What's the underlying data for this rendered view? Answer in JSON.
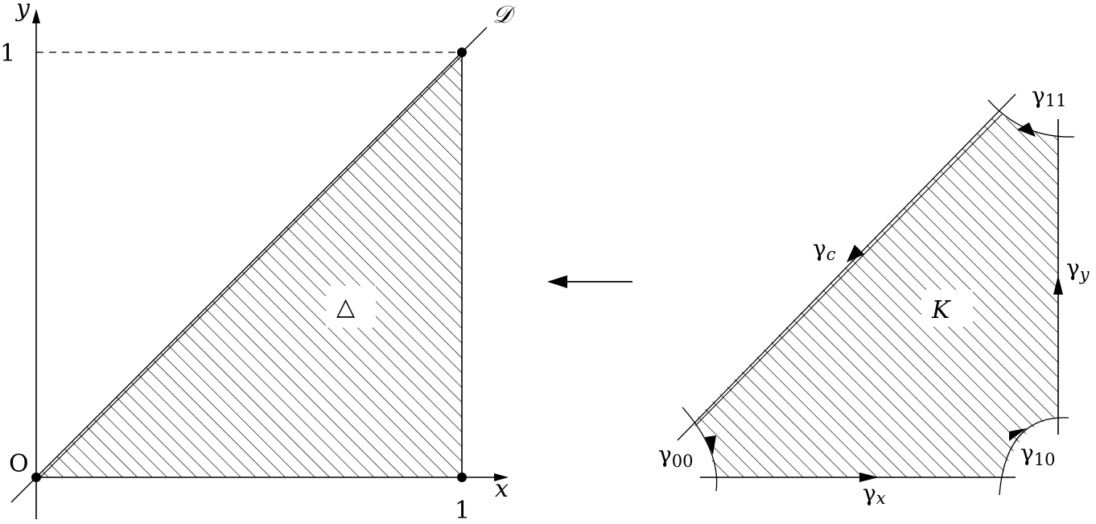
{
  "left_figure": {
    "axis_x_label": "x",
    "axis_y_label": "y",
    "origin_label": "O",
    "x_tick_label": "1",
    "y_tick_label": "1",
    "diagonal_label": "𝒟",
    "region_label": "△"
  },
  "mapping_arrow": {
    "direction": "left"
  },
  "right_figure": {
    "region_label": "K",
    "gamma_11": {
      "base": "γ",
      "sub": "11"
    },
    "gamma_c": {
      "base": "γ",
      "sub": "c"
    },
    "gamma_y": {
      "base": "γ",
      "sub": "y"
    },
    "gamma_00": {
      "base": "γ",
      "sub": "00"
    },
    "gamma_10": {
      "base": "γ",
      "sub": "10"
    },
    "gamma_x": {
      "base": "γ",
      "sub": "x"
    }
  },
  "colors": {
    "ink": "#000000",
    "background": "#ffffff"
  }
}
